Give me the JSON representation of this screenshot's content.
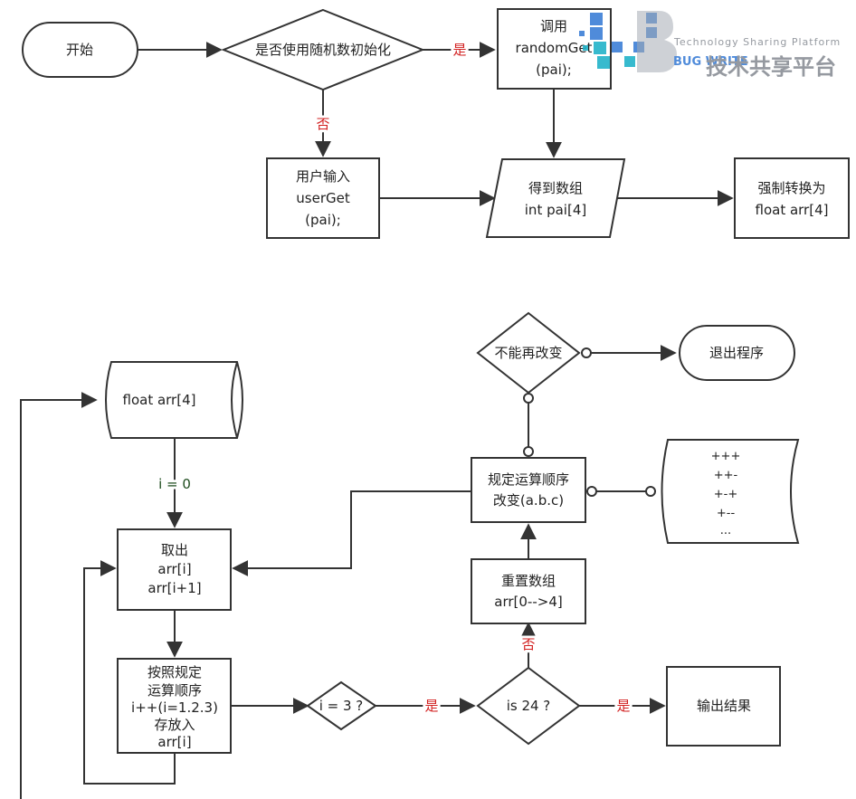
{
  "watermark": {
    "tagline": "Technology Sharing Platform",
    "name_cn": "技术共享平台",
    "logo_text": "BUG WRITE"
  },
  "nodes": {
    "start": "开始",
    "use_random_decision": "是否使用随机数初始化",
    "random_get": [
      "调用",
      "randomGet",
      "(pai);"
    ],
    "user_input": [
      "用户输入",
      "userGet",
      "(pai);"
    ],
    "get_array": [
      "得到数组",
      "int pai[4]"
    ],
    "cast_float": [
      "强制转换为",
      "float arr[4]"
    ],
    "float_storage": "float arr[4]",
    "take_out": [
      "取出",
      "arr[i]",
      "arr[i+1]"
    ],
    "compute_store": [
      "按照规定",
      "运算顺序",
      "i++(i=1.2.3)",
      "存放入",
      "arr[i]"
    ],
    "i_eq_3": "i = 3 ?",
    "is_24": "is 24 ?",
    "output_result": "输出结果",
    "reset_array": [
      "重置数组",
      "arr[0-->4]"
    ],
    "change_order": [
      "规定运算顺序",
      "改变(a.b.c)"
    ],
    "cannot_change": "不能再改变",
    "exit_program": "退出程序",
    "order_list": [
      "+++",
      "++-",
      "+-+",
      "+--",
      "..."
    ]
  },
  "edge_labels": {
    "yes": "是",
    "no": "否",
    "i_init": "i = 0"
  },
  "colors": {
    "stroke": "#333333",
    "label_red": "#d21f1f",
    "label_green": "#1f4d1f",
    "watermark_gray": "#8a8f96",
    "watermark_blue": "#3d7fd6",
    "watermark_teal": "#22b3c9"
  }
}
